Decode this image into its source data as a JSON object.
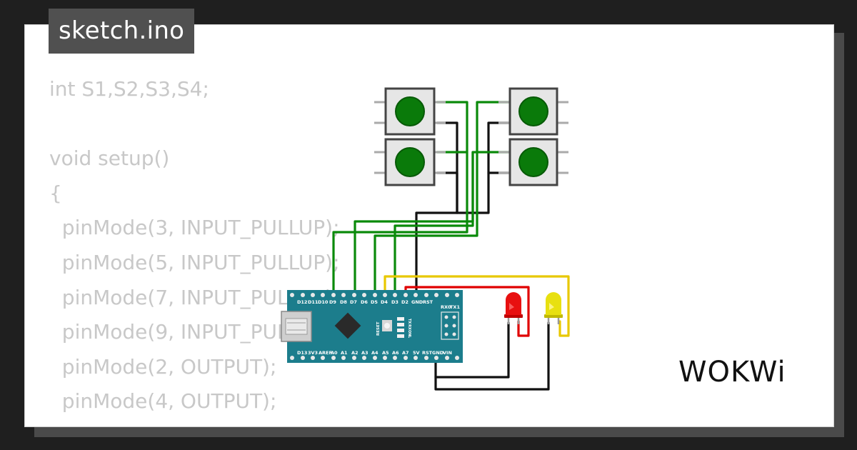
{
  "file_tab": {
    "name": "sketch.ino"
  },
  "code_lines": [
    "int S1,S2,S3,S4;",
    "",
    "void setup()",
    "{",
    "  pinMode(3, INPUT_PULLUP);",
    "  pinMode(5, INPUT_PULLUP);",
    "  pinMode(7, INPUT_PULLUP);",
    "  pinMode(9, INPUT_PULLUP);",
    "  pinMode(2, OUTPUT);",
    "  pinMode(4, OUTPUT);",
    "}"
  ],
  "board": {
    "top_pins": [
      "D12",
      "D11",
      "D10",
      "D9",
      "D8",
      "D7",
      "D6",
      "D5",
      "D4",
      "D3",
      "D2",
      "GND",
      "RST",
      "RX0",
      "TX1"
    ],
    "bottom_pins": [
      "D13",
      "3V3",
      "AREF",
      "A0",
      "A1",
      "A2",
      "A3",
      "A4",
      "A5",
      "A6",
      "A7",
      "5V",
      "RST",
      "GND",
      "VIN"
    ],
    "reset_label": "RESET",
    "led_labels": [
      "TX",
      "RX",
      "ON",
      "L"
    ]
  },
  "logo": {
    "text": "WOKWi"
  },
  "colors": {
    "background": "#1f1f1f",
    "card": "#ffffff",
    "tab": "#505050",
    "code_text": "#c8c8c8",
    "board": "#1c7d8c",
    "button_cap": "#0a7a0a",
    "wire_green": "#0a8a0a",
    "wire_black": "#111111",
    "wire_red": "#e00000",
    "wire_yellow": "#e8c800",
    "led_red": "#e81010",
    "led_yellow": "#e8e010"
  }
}
